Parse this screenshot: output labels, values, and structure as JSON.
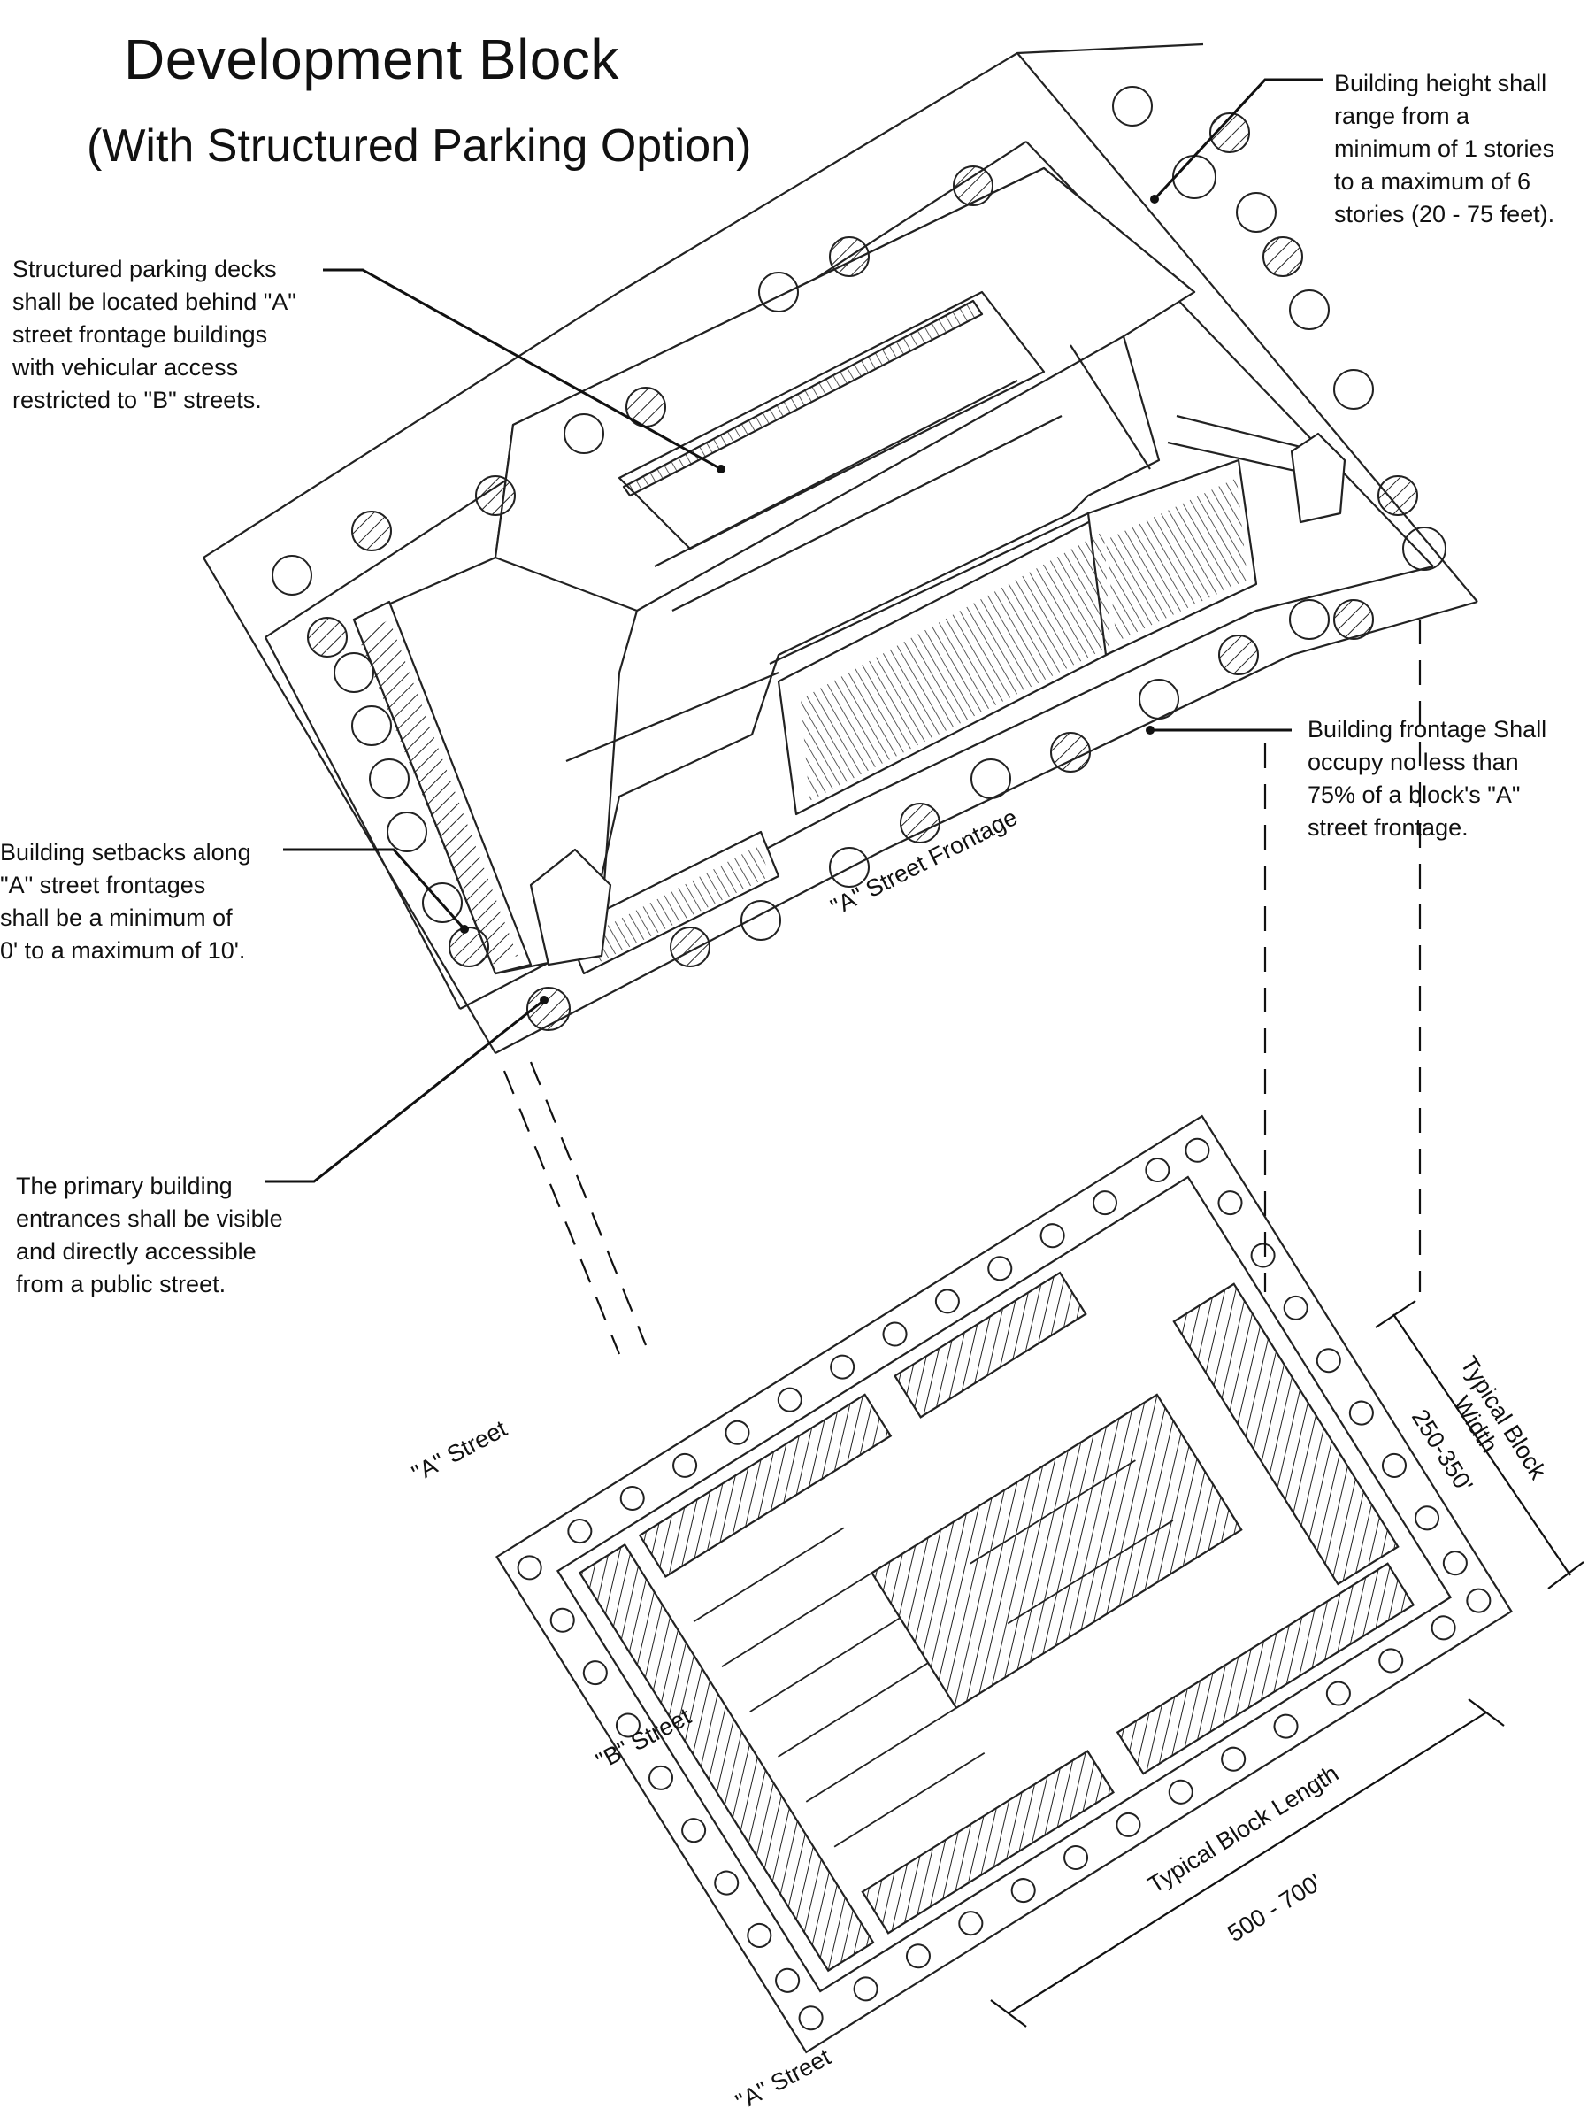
{
  "title": "Development Block",
  "subtitle": "(With Structured Parking Option)",
  "annotations": {
    "height": "Building height shall\nrange from a\nminimum of 1 stories\nto a maximum of 6\nstories (20 - 75 feet).",
    "parking": "Structured parking decks\nshall be located behind \"A\"\nstreet frontage buildings\nwith vehicular access\nrestricted to \"B\" streets.",
    "frontage": "Building frontage Shall\noccupy no less than\n75% of a block's \"A\"\nstreet frontage.",
    "setbacks": "Building setbacks along\n\"A\" street frontages\nshall be a minimum of\n0' to a maximum of 10'.",
    "entrances": "The primary building\nentrances shall be visible\nand directly accessible\nfrom a public street."
  },
  "street_labels": {
    "a_frontage": "\"A\" Street Frontage",
    "a_street_upper": "\"A\" Street",
    "b_street": "\"B\" Street",
    "a_street_lower": "\"A\" Street"
  },
  "dimensions": {
    "width_label": "Typical Block",
    "width_label2": "Width",
    "width_range": "250-350'",
    "length_label": "Typical Block Length",
    "length_range": "500 - 700'"
  }
}
